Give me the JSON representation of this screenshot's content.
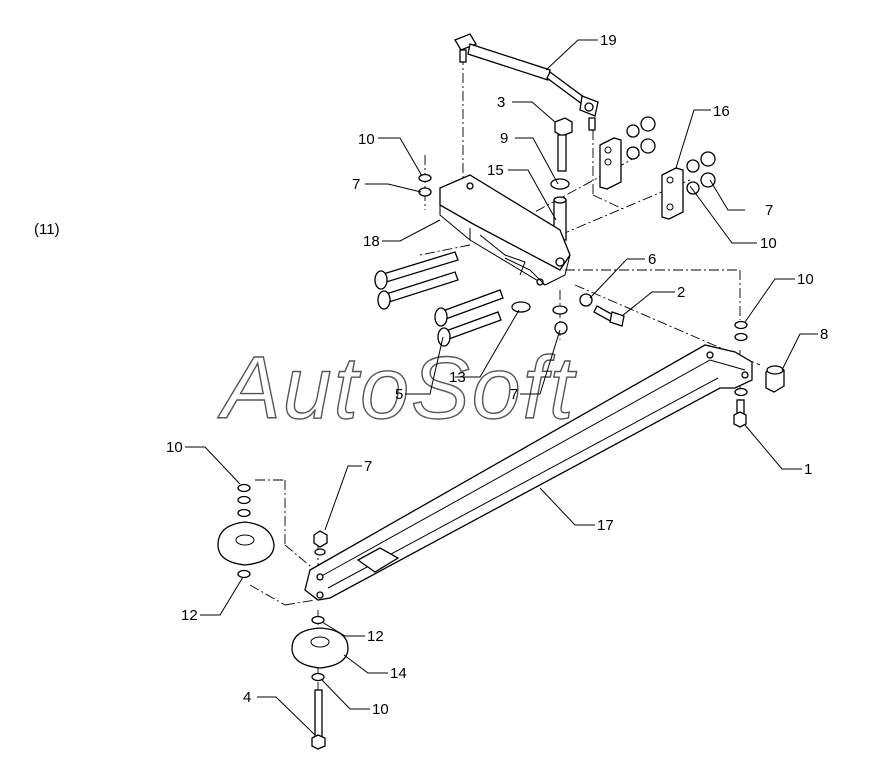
{
  "watermark": "AutoSoft",
  "note": "(11)",
  "callouts": {
    "c19": "19",
    "c3": "3",
    "c9": "9",
    "c16": "16",
    "c10a": "10",
    "c15": "15",
    "c7a": "7",
    "c7b": "7",
    "c10b": "10",
    "c18": "18",
    "c6": "6",
    "c2": "2",
    "c10c": "10",
    "c8": "8",
    "c13": "13",
    "c5": "5",
    "c7c": "7",
    "c1": "1",
    "c10d": "10",
    "c7d": "7",
    "c17": "17",
    "c12a": "12",
    "c12b": "12",
    "c14": "14",
    "c4": "4",
    "c10e": "10"
  }
}
